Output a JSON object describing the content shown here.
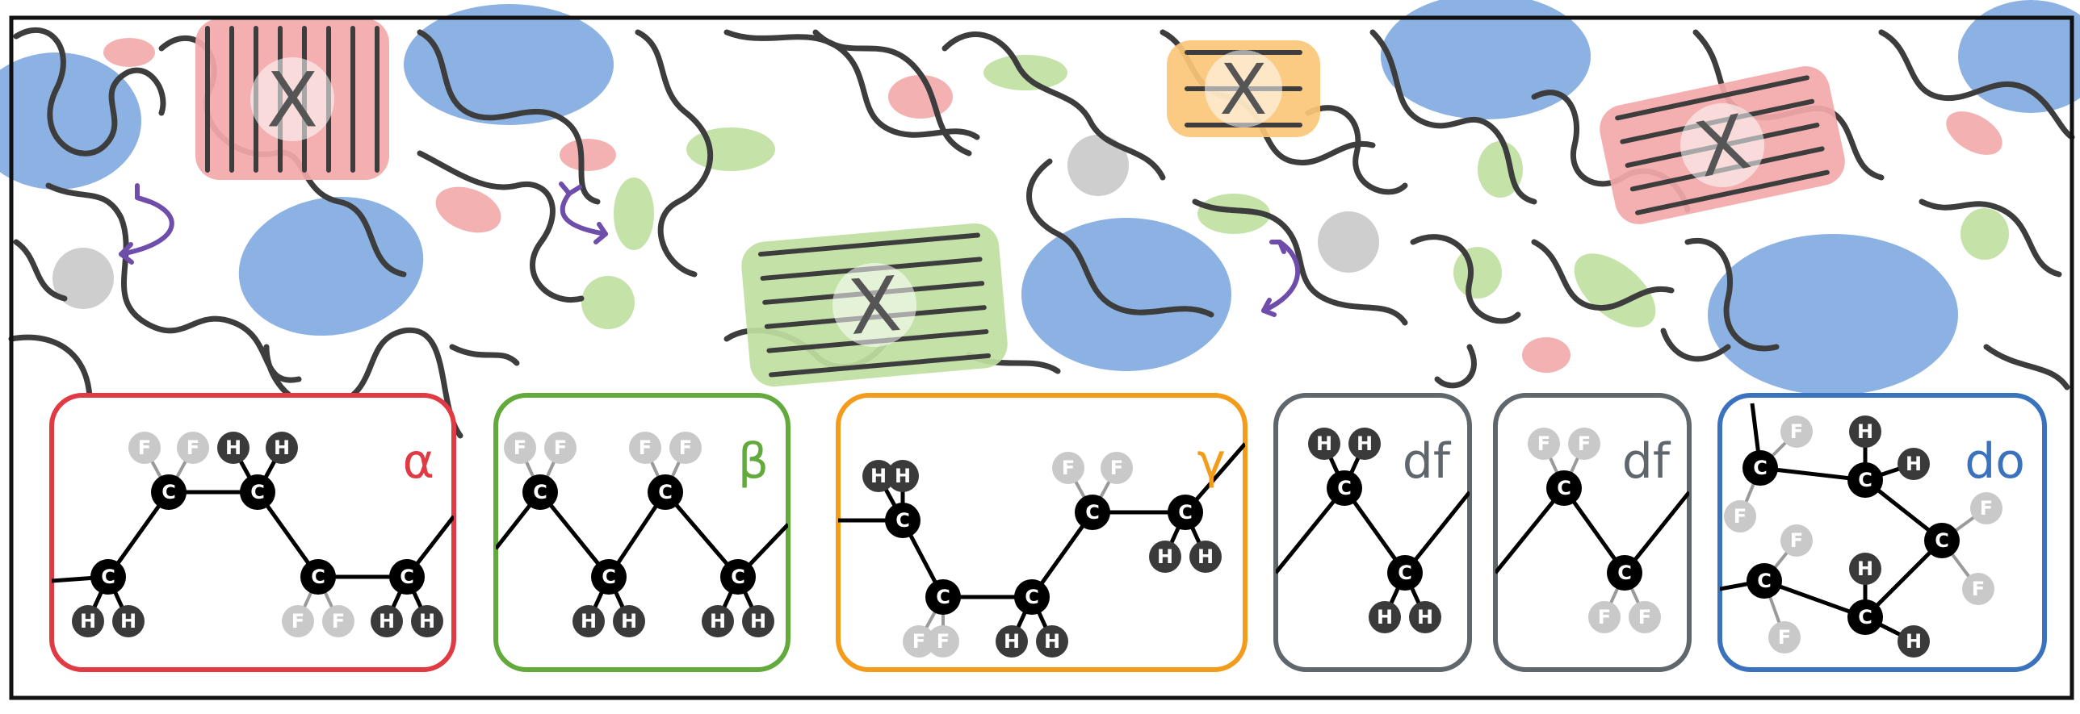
{
  "colors": {
    "frame": "#111111",
    "chain": "#3d3d3d",
    "alpha": "#e03a44",
    "beta": "#63aa3c",
    "gamma": "#f39c1b",
    "df": "#5f666c",
    "do": "#3a72bd",
    "alpha_fill": "#f3a9a9",
    "beta_fill": "#bfe0a0",
    "gamma_fill": "#fbc77a",
    "do_fill": "#7fa9e0",
    "neutral_fill": "#c9c9c9",
    "arrow": "#6f4dab",
    "carbon": "#000000",
    "hydrogen": "#3a3a3a",
    "fluorine": "#c9c9c9"
  },
  "crystal_marker": "X",
  "atoms": {
    "carbon": "C",
    "hydrogen": "H",
    "fluorine": "F"
  },
  "panels": [
    {
      "id": "alpha",
      "label": "α"
    },
    {
      "id": "beta",
      "label": "β"
    },
    {
      "id": "gamma",
      "label": "γ"
    },
    {
      "id": "df1",
      "label": "df"
    },
    {
      "id": "df2",
      "label": "df"
    },
    {
      "id": "do",
      "label": "do"
    }
  ]
}
